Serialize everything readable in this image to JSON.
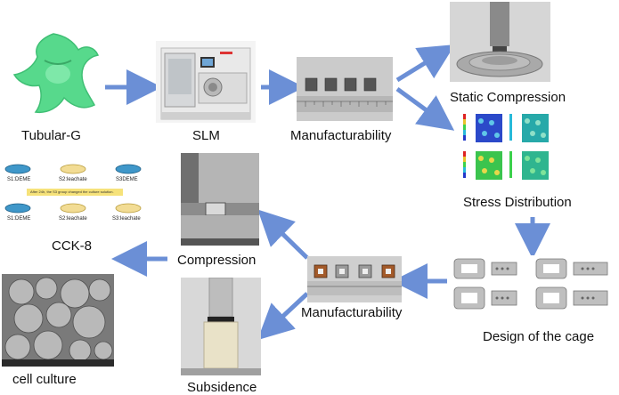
{
  "labels": {
    "tubular_g": "Tubular-G",
    "slm": "SLM",
    "manufacturability_top": "Manufacturability",
    "static_compression": "Static Compression",
    "stress_distribution": "Stress Distribution",
    "design_of_cage": "Design of the cage",
    "manufacturability_bottom": "Manufacturability",
    "compression": "Compression",
    "subsidence": "Subsidence",
    "cck8": "CCK-8",
    "cell_culture": "cell culture"
  },
  "cck8_panel": {
    "row1": [
      "S1:DEME",
      "S2:leachate",
      "S3DEME"
    ],
    "row2": [
      "S1:DEME",
      "S2:leachate",
      "S3:leachate"
    ],
    "banner": "After 24h, the S3 group changed the culture solution."
  },
  "colors": {
    "arrow": "#6b8fd6",
    "gyroid": "#55d98a",
    "dish_blue": "#3f97c9",
    "dish_yellow": "#f2dc94"
  }
}
